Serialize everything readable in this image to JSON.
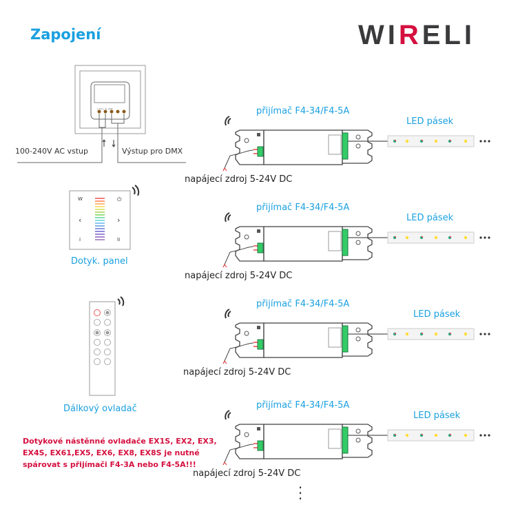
{
  "header": {
    "title": "Zapojení",
    "logo": "WIRELI",
    "logo_accent": "#d4103f",
    "title_color": "#1aa0e0"
  },
  "dmx_module": {
    "input_label": "100-240V AC vstup",
    "output_label": "Výstup pro DMX",
    "terminals": [
      "L",
      "N",
      "D+",
      "D-",
      "GND"
    ]
  },
  "touch_panel": {
    "label": "Dotyk. panel",
    "keys": [
      "W",
      "⏻",
      "‹",
      "›",
      "I",
      "II"
    ]
  },
  "remote": {
    "label": "Dálkový ovladač"
  },
  "receivers": [
    {
      "name": "přijímač F4-34/F4-5A",
      "led": "LED pásek",
      "power": "napájecí zdroj 5-24V DC"
    },
    {
      "name": "přijímač F4-34/F4-5A",
      "led": "LED pásek",
      "power": "napájecí zdroj 5-24V DC"
    },
    {
      "name": "přijímač F4-34/F4-5A",
      "led": "LED pásek",
      "power": "napájecí zdroj 5-24V DC"
    },
    {
      "name": "přijímač F4-34/F4-5A",
      "led": "LED pásek",
      "power": "napájecí zdroj 5-24V DC"
    }
  ],
  "warning": "Dotykové nástěnné ovladače EX1S, EX2, EX3, EX4S, EX61,EX5, EX6, EX8, EX8S je nutné spárovat s přijímači F4-3A nebo F4-5A!!!"
}
